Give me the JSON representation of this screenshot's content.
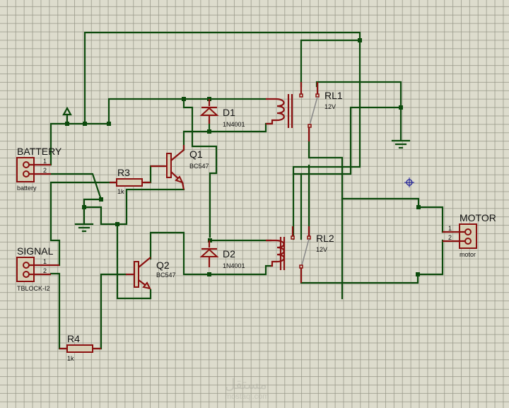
{
  "app": "Proteus ISIS schematic",
  "components": {
    "battery": {
      "ref": "BATTERY",
      "value": "battery",
      "pin1": "1",
      "pin2": "2"
    },
    "signal": {
      "ref": "SIGNAL",
      "value": "TBLOCK-I2",
      "pin1": "1",
      "pin2": "2"
    },
    "motor": {
      "ref": "MOTOR",
      "value": "motor",
      "pin1": "1",
      "pin2": "2"
    },
    "r3": {
      "ref": "R3",
      "value": "1k"
    },
    "r4": {
      "ref": "R4",
      "value": "1k"
    },
    "q1": {
      "ref": "Q1",
      "value": "BC547"
    },
    "q2": {
      "ref": "Q2",
      "value": "BC547"
    },
    "d1": {
      "ref": "D1",
      "value": "1N4001"
    },
    "d2": {
      "ref": "D2",
      "value": "1N4001"
    },
    "rl1": {
      "ref": "RL1",
      "value": "12V"
    },
    "rl2": {
      "ref": "RL2",
      "value": "12V"
    }
  },
  "colors": {
    "wire": "#0c4a0c",
    "component": "#8b1010",
    "body": "#d7cfb5",
    "grid_bg": "#dddccd",
    "cursor": "#1a1a9a"
  },
  "watermark": {
    "arabic": "مستقل",
    "latin": "mostaql.com"
  }
}
